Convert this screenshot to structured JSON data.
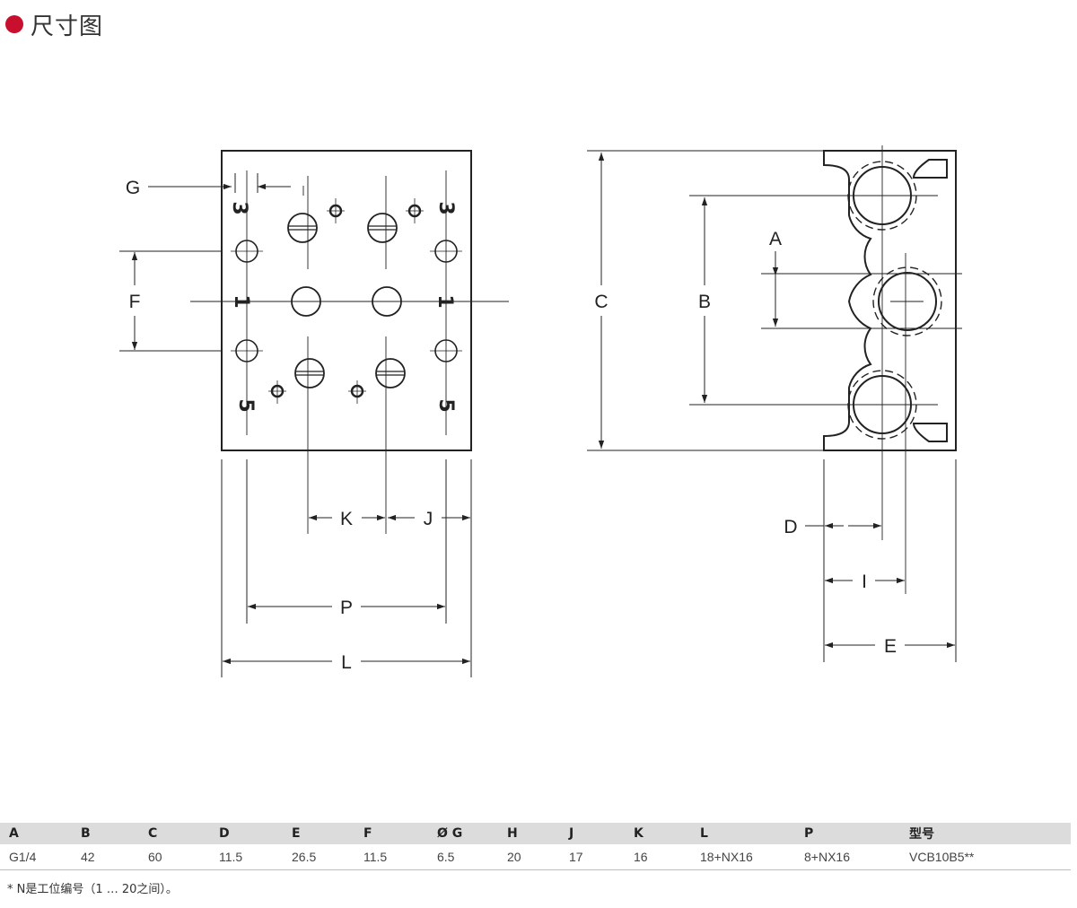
{
  "header": {
    "title": "尺寸图"
  },
  "dimension_labels": {
    "G": "G",
    "F": "F",
    "K": "K",
    "J": "J",
    "P": "P",
    "L": "L",
    "C": "C",
    "B": "B",
    "A": "A",
    "D": "D",
    "I": "I",
    "E": "E"
  },
  "port_numbers": {
    "top": "3",
    "middle": "1",
    "bottom": "5"
  },
  "spec_table": {
    "headers": [
      "A",
      "B",
      "C",
      "D",
      "E",
      "F",
      "Ø G",
      "H",
      "J",
      "K",
      "L",
      "P",
      "型号"
    ],
    "row": [
      "G1/4",
      "42",
      "60",
      "11.5",
      "26.5",
      "11.5",
      "6.5",
      "20",
      "17",
      "16",
      "18+NX16",
      "8+NX16",
      "VCB10B5**"
    ]
  },
  "footnote": "* N是工位编号（1 … 20之间）。",
  "colors": {
    "accent": "#c8102e",
    "table_header_bg": "#dcdcdc"
  }
}
